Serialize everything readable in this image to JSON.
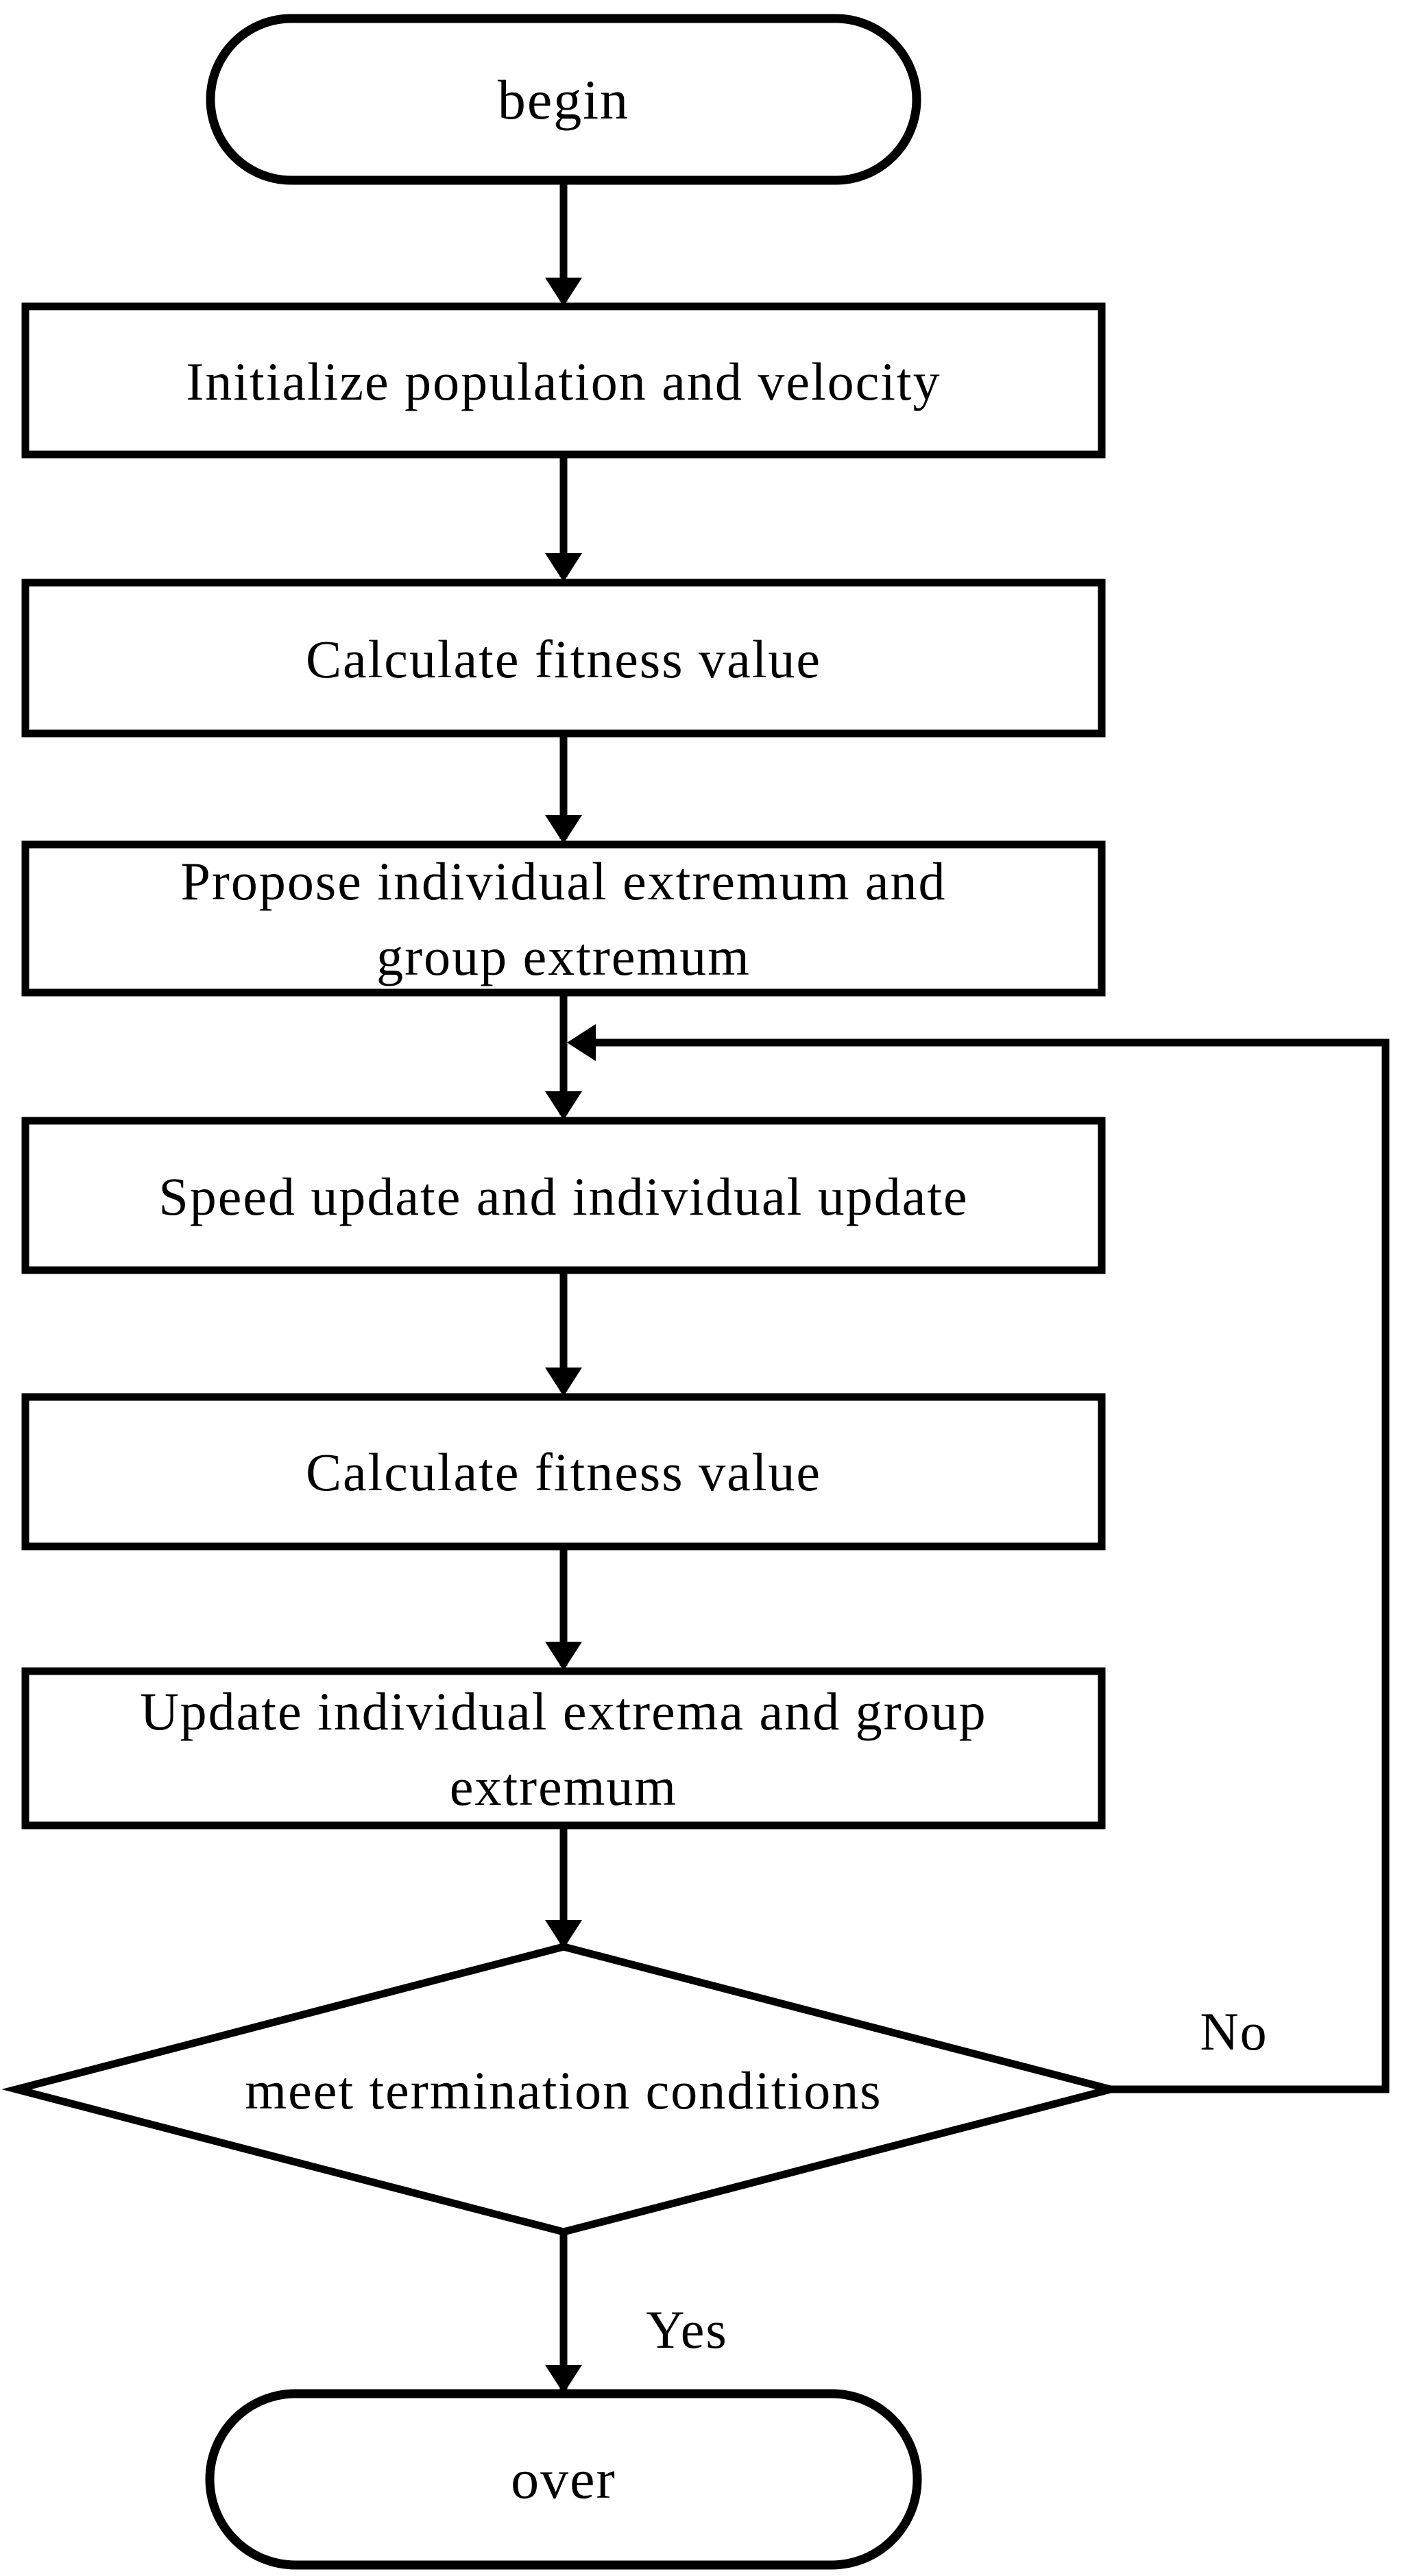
{
  "colors": {
    "stroke": "#000000",
    "background": "#ffffff",
    "text": "#000000"
  },
  "nodes": {
    "begin": {
      "type": "terminator",
      "label": "begin"
    },
    "initialize": {
      "type": "process",
      "label": "Initialize population and velocity"
    },
    "calculate_fitness_1": {
      "type": "process",
      "label": "Calculate fitness value"
    },
    "propose_extremum": {
      "type": "process",
      "line1": "Propose individual extremum and",
      "line2": "group extremum"
    },
    "speed_update": {
      "type": "process",
      "label": "Speed update and individual update"
    },
    "calculate_fitness_2": {
      "type": "process",
      "label": "Calculate fitness value"
    },
    "update_extrema": {
      "type": "process",
      "line1": "Update individual extrema and group",
      "line2": "extremum"
    },
    "decision": {
      "type": "decision",
      "label": "meet termination conditions"
    },
    "over": {
      "type": "terminator",
      "label": "over"
    }
  },
  "edges": {
    "no_label": "No",
    "yes_label": "Yes"
  },
  "flow": [
    {
      "from": "begin",
      "to": "initialize"
    },
    {
      "from": "initialize",
      "to": "calculate_fitness_1"
    },
    {
      "from": "calculate_fitness_1",
      "to": "propose_extremum"
    },
    {
      "from": "propose_extremum",
      "to": "speed_update"
    },
    {
      "from": "speed_update",
      "to": "calculate_fitness_2"
    },
    {
      "from": "calculate_fitness_2",
      "to": "update_extrema"
    },
    {
      "from": "update_extrema",
      "to": "decision"
    },
    {
      "from": "decision",
      "to": "speed_update",
      "label": "No"
    },
    {
      "from": "decision",
      "to": "over",
      "label": "Yes"
    }
  ]
}
